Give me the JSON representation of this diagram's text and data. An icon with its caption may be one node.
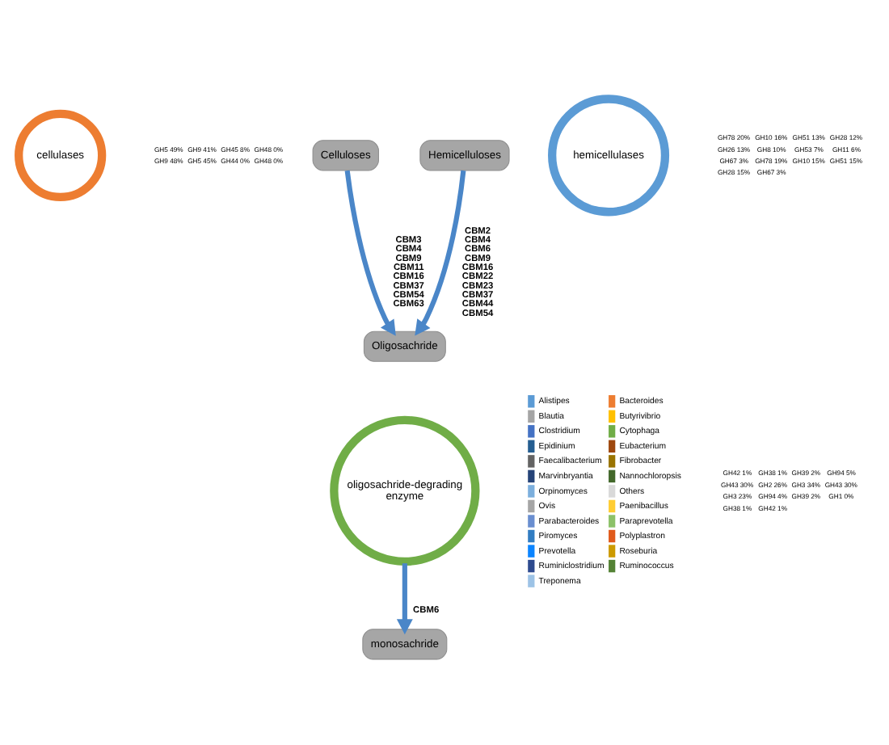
{
  "diagram": {
    "nodes": [
      {
        "text": [
          "Celluloses"
        ]
      },
      {
        "text": [
          "Hemicelluloses"
        ]
      },
      {
        "text": [
          "Oligosachride"
        ]
      },
      {
        "text": [
          "cellulases"
        ],
        "beside": [
          "GH5 49%",
          "GH9 41%",
          "GH45 8%",
          "GH48 0%",
          "GH9 48%",
          "GH5 45%",
          "GH44 0%",
          "GH48 0%"
        ]
      },
      {
        "text": [
          "hemicellulases"
        ],
        "beside": [
          "GH78 20%",
          "GH10 16%",
          "GH51 13%",
          "GH28 12%",
          "GH26 13%",
          "GH8 10%",
          "GH53 7%",
          "GH11 6%",
          "GH67 3%",
          "GH78 19%",
          "GH10 15%",
          "GH51 15%",
          "GH28 15%",
          "GH67 3%"
        ]
      },
      {
        "text": [
          "oligosachride-degrading enzyme"
        ],
        "beside": [
          "GH42 1%",
          "GH38 1%",
          "GH39 2%",
          "GH94 5%",
          "GH43 30%",
          "GH2 26%",
          "GH3 34%",
          "GH43 30%",
          "GH3 23%",
          "GH94 4%",
          "GH39 2%",
          "GH1 0%",
          "GH38 1%",
          "GH42 1%"
        ]
      },
      {
        "text": [
          "monosachride"
        ]
      }
    ],
    "edges": [
      {
        "from": 0,
        "to": 2,
        "arrow": "to",
        "label": "CBM3 CBM4 CBM9 CBM11 CBM16 CBM37 CBM54 CBM63"
      },
      {
        "from": 1,
        "to": 2,
        "arrow": "to",
        "label": "CBM2 CBM4 CBM6 CBM9 CBM16 CBM22 CBM23 CBM37 CBM44 CBM54"
      },
      {
        "from": 5,
        "to": 6,
        "arrow": "to",
        "label": "CBM6"
      }
    ],
    "legend": [
      {
        "text": "Alistipes",
        "color": "#5b9bd5"
      },
      {
        "text": "Bacteroides",
        "color": "#ed7d31"
      },
      {
        "text": "Blautia",
        "color": "#a5a5a5"
      },
      {
        "text": "Butyrivibrio",
        "color": "#ffc000"
      },
      {
        "text": "Clostridium",
        "color": "#4472c4"
      },
      {
        "text": "Cytophaga",
        "color": "#70ad47"
      },
      {
        "text": "Epidinium",
        "color": "#255e91"
      },
      {
        "text": "Eubacterium",
        "color": "#9e480e"
      },
      {
        "text": "Faecalibacterium",
        "color": "#636363"
      },
      {
        "text": "Fibrobacter",
        "color": "#997300"
      },
      {
        "text": "Marvinbryantia",
        "color": "#264478"
      },
      {
        "text": "Nannochloropsis",
        "color": "#43682b"
      },
      {
        "text": "Orpinomyces",
        "color": "#7cafdd"
      },
      {
        "text": "Others",
        "color": "#d9d9d9"
      },
      {
        "text": "Ovis",
        "color": "#a5a5a5"
      },
      {
        "text": "Paenibacillus",
        "color": "#ffcd33"
      },
      {
        "text": "Parabacteroides",
        "color": "#698ed0"
      },
      {
        "text": "Paraprevotella",
        "color": "#8cc168"
      },
      {
        "text": "Piromyces",
        "color": "#327dc2"
      },
      {
        "text": "Polyplastron",
        "color": "#e05a1c"
      },
      {
        "text": "Prevotella",
        "color": "#0a84ff"
      },
      {
        "text": "Roseburia",
        "color": "#cc9a00"
      },
      {
        "text": "Ruminiclostridium",
        "color": "#2f4b8f"
      },
      {
        "text": "Ruminococcus",
        "color": "#548235"
      },
      {
        "text": "Treponema",
        "color": "#9dc3e6"
      }
    ]
  }
}
